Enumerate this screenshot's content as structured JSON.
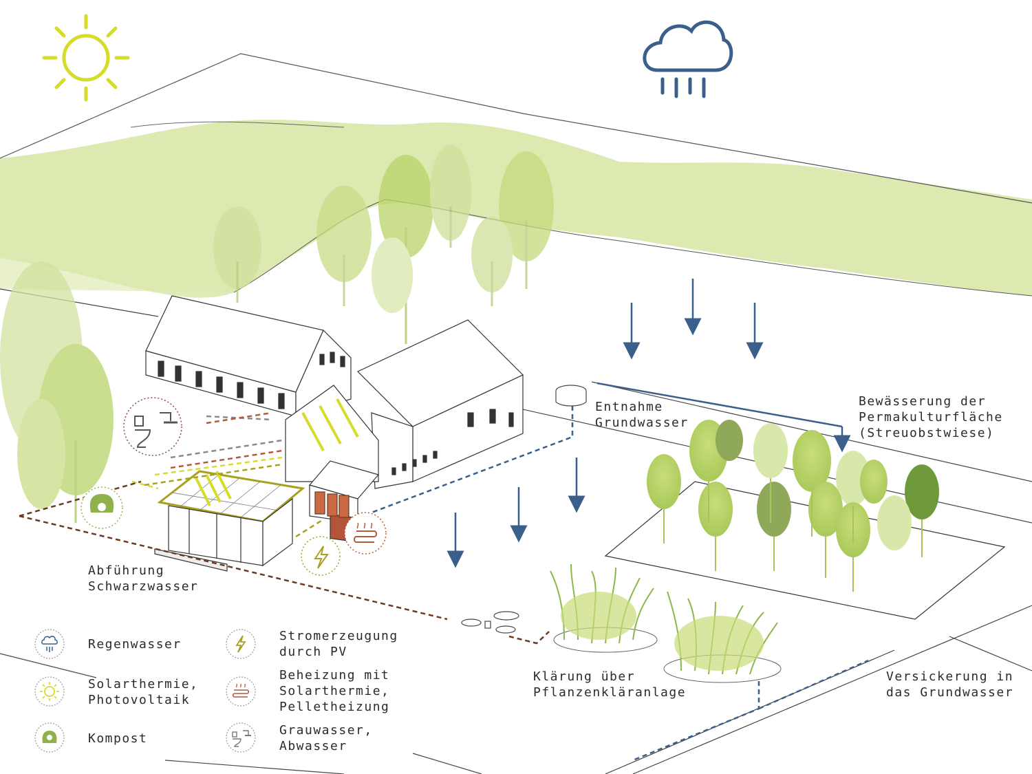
{
  "colors": {
    "hill": "#cfe09a",
    "sun": "#d6dc2a",
    "rain": "#3a5f8a",
    "compost": "#8fb24d",
    "pv": "#a8a01e",
    "heating": "#b45a3c",
    "greywater": "#8a8a8a",
    "blackwater": "#6b3a22"
  },
  "labels": {
    "entnahme": "Entnahme\nGrundwasser",
    "bewaesserung": "Bewässerung der\nPermakulturfläche\n(Streuobstwiese)",
    "abfuehrung": "Abführung\nSchwarzwasser",
    "klaerung": "Klärung über\nPflanzenkläranlage",
    "versickerung": "Versickerung in\ndas Grundwasser"
  },
  "legend": [
    {
      "icon": "rain-cloud-icon",
      "text": "Regenwasser"
    },
    {
      "icon": "sun-icon",
      "text": "Solarthermie,\nPhotovoltaik"
    },
    {
      "icon": "compost-bag-icon",
      "text": "Kompost"
    },
    {
      "icon": "lightning-icon",
      "text": "Stromerzeugung\ndurch PV"
    },
    {
      "icon": "heating-coil-icon",
      "text": "Beheizung mit\nSolarthermie,\nPelletheizung"
    },
    {
      "icon": "toilet-shower-icon",
      "text": "Grauwasser,\nAbwasser"
    }
  ]
}
